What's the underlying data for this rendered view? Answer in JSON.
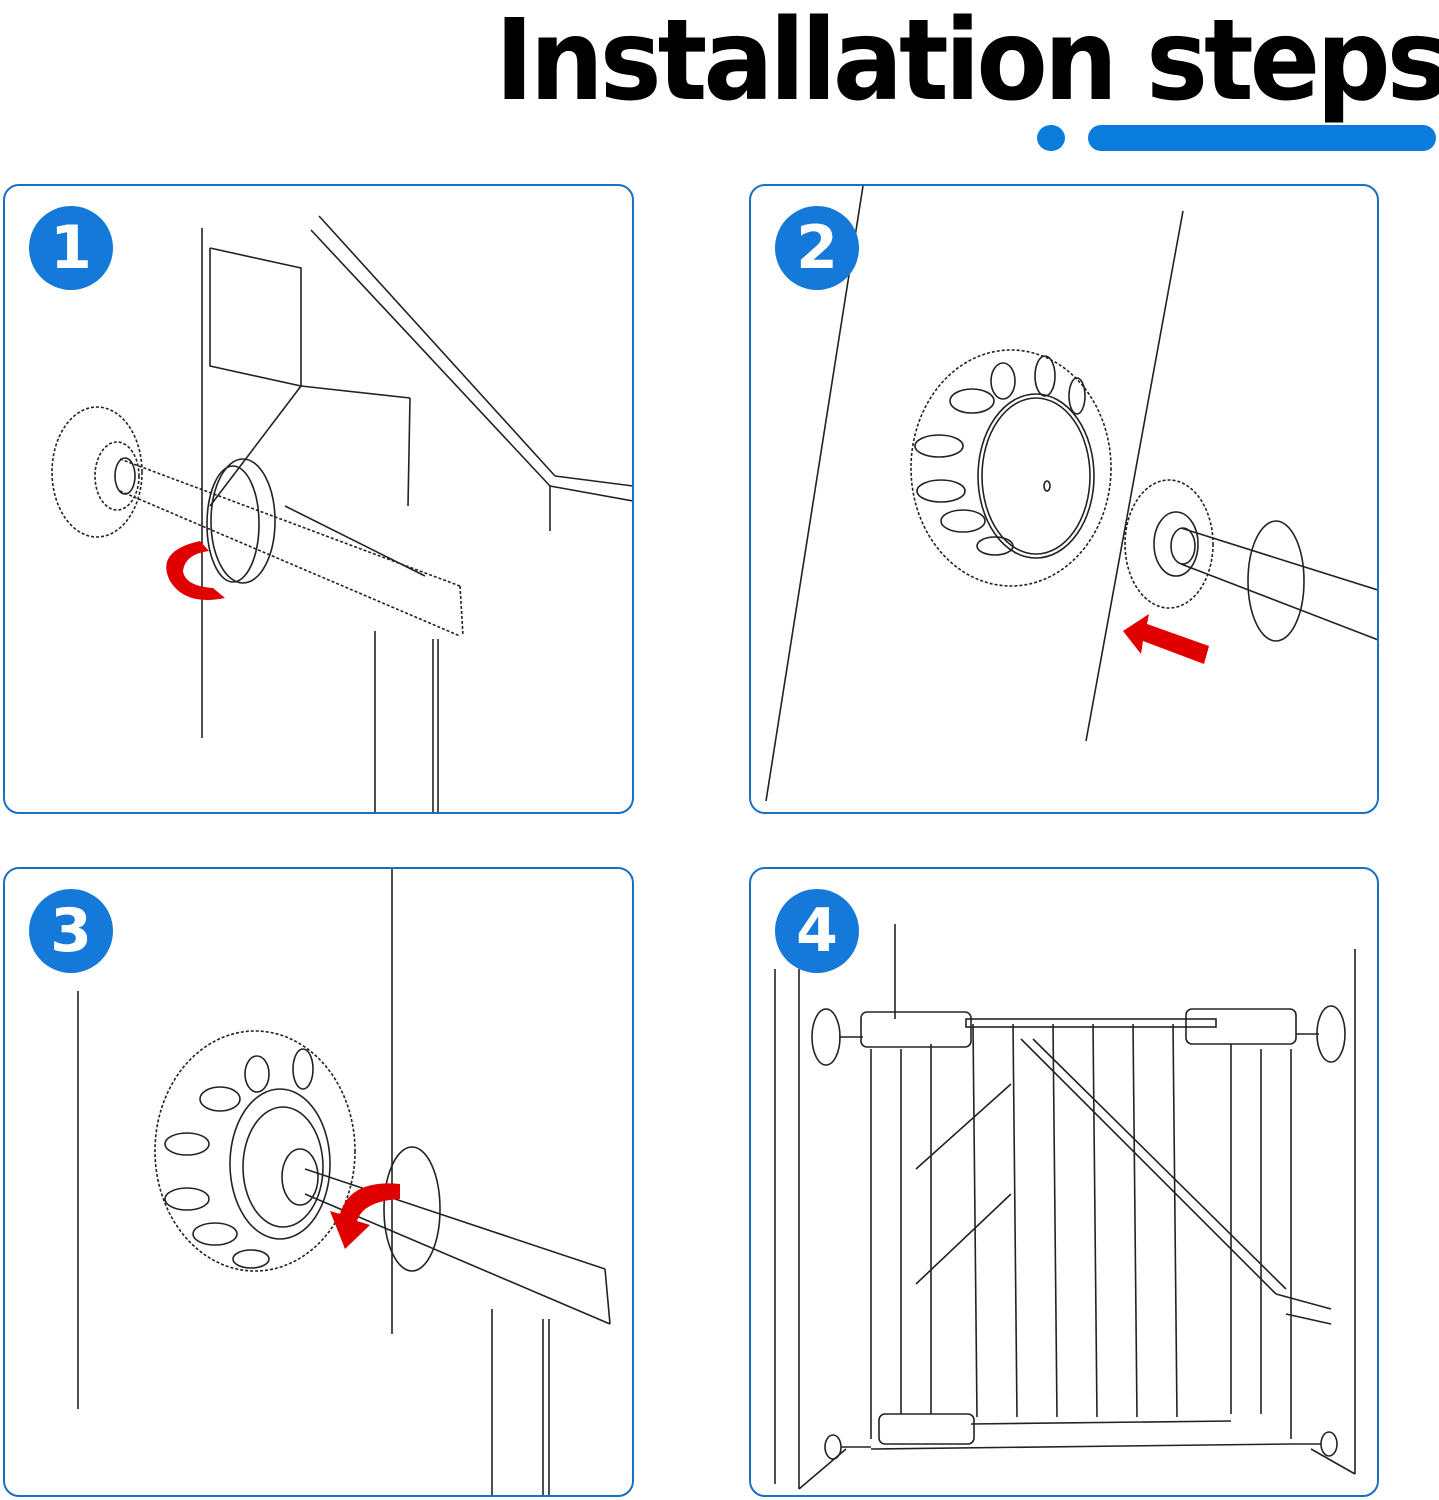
{
  "header": {
    "title": "Installation steps",
    "accent_color": "#0a7ddc"
  },
  "colors": {
    "panel_border": "#1a6fc4",
    "badge_fill": "#1479d8",
    "arrow_red": "#e00000",
    "line": "#222222"
  },
  "steps": [
    {
      "number": "1",
      "illustration": "Screw wall-mount cup onto pressure bolt by turning the adjuster nut (red curved arrow)"
    },
    {
      "number": "2",
      "illustration": "Press the pressure bolt end against the wall cup (red straight arrow)"
    },
    {
      "number": "3",
      "illustration": "Tighten the adjuster nut against the wall cup (red curved arrow)"
    },
    {
      "number": "4",
      "illustration": "Completed pressure-mounted safety gate installed between walls"
    }
  ]
}
